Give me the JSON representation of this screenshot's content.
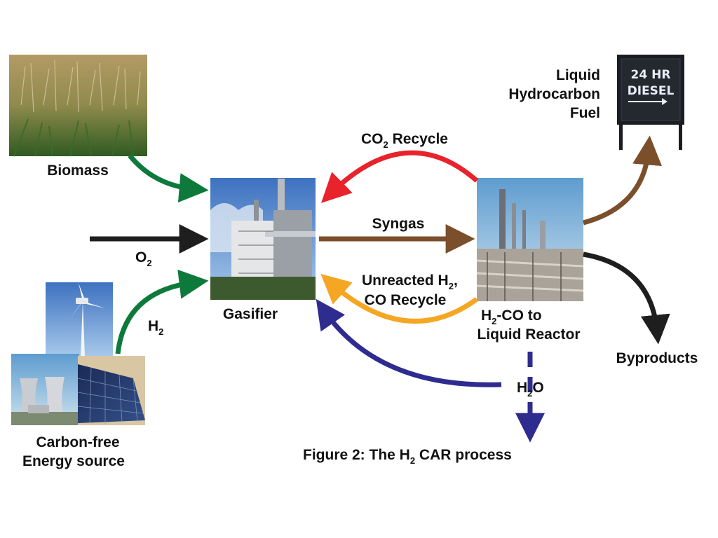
{
  "nodes": {
    "biomass": {
      "label": "Biomass"
    },
    "oxygen": {
      "label": "O",
      "sub": "2"
    },
    "energy_source": {
      "line1": "Carbon-free",
      "line2": "Energy source"
    },
    "hydrogen": {
      "label": "H",
      "sub": "2"
    },
    "gasifier": {
      "label": "Gasifier"
    },
    "reactor": {
      "line1_a": "H",
      "line1_sub": "2",
      "line1_b": "-CO to",
      "line2": "Liquid Reactor"
    },
    "fuel": {
      "line1": "Liquid",
      "line2": "Hydrocarbon",
      "line3": "Fuel"
    },
    "byproducts": {
      "label": "Byproducts"
    },
    "water": {
      "a": "H",
      "sub": "2",
      "b": "O"
    }
  },
  "flows": {
    "co2_recycle": {
      "a": "CO",
      "sub": "2",
      "b": " Recycle",
      "color": "#e8232b"
    },
    "syngas": {
      "label": "Syngas",
      "color": "#7a4f2a"
    },
    "unreacted": {
      "line1_a": "Unreacted H",
      "line1_sub": "2",
      "line1_b": ",",
      "line2": "CO Recycle",
      "color": "#f5a623"
    },
    "water_return_color": "#2e2c8f",
    "biomass_arrow_color": "#0d7a3c",
    "hydrogen_arrow_color": "#0d7a3c",
    "oxygen_arrow_color": "#1e1e1e",
    "fuel_arrow_color": "#7a4f2a",
    "byproducts_arrow_color": "#1e1e1e"
  },
  "sign": {
    "line1": "24 HR",
    "line2": "DIESEL"
  },
  "caption": {
    "a": "Figure 2:  The H",
    "sub": "2",
    "b": " CAR process"
  }
}
